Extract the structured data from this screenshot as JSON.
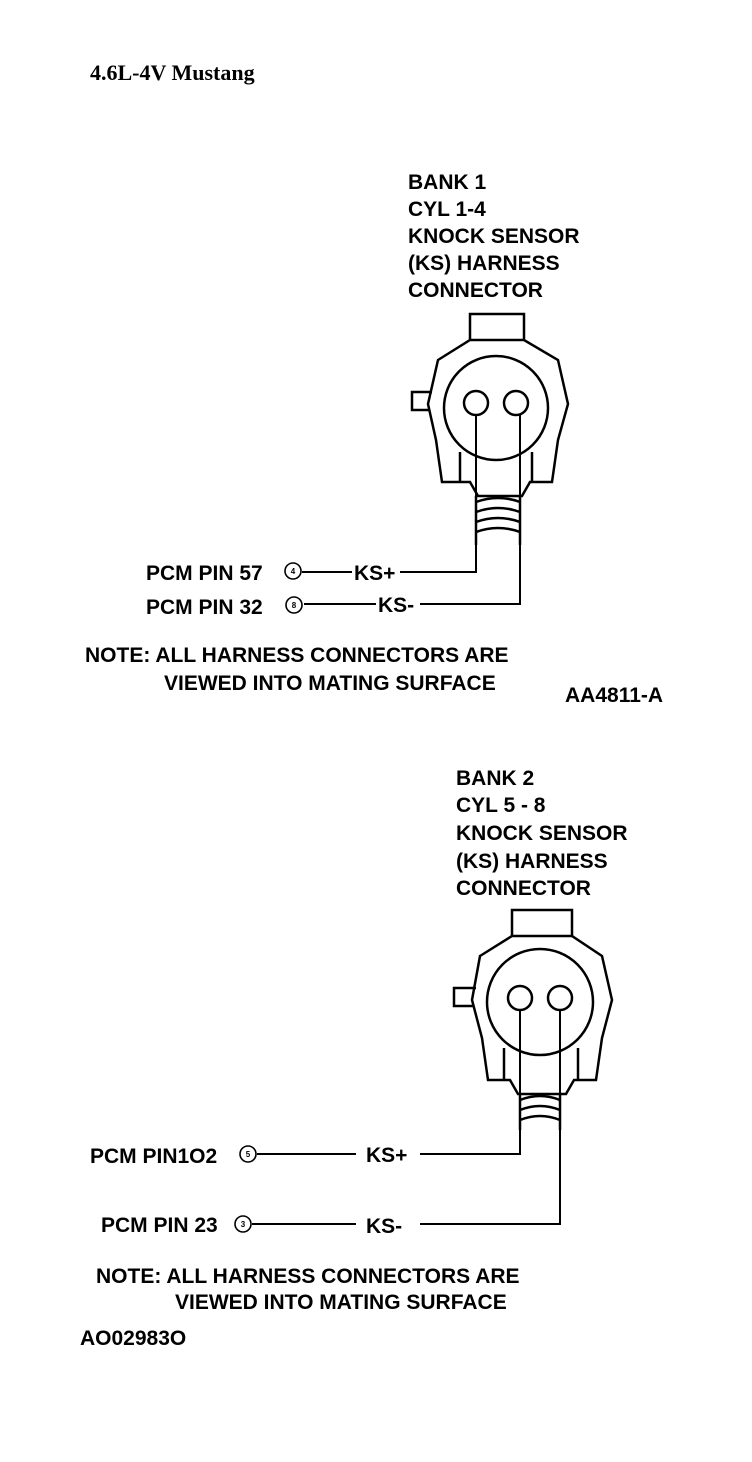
{
  "title": "4.6L-4V Mustang",
  "diagrams": [
    {
      "connector_label": [
        "BANK 1",
        "CYL 1-4",
        "KNOCK SENSOR",
        "(KS) HARNESS",
        "CONNECTOR"
      ],
      "pins": [
        {
          "pcm_label": "PCM PIN 57",
          "pin_mark": "4",
          "signal": "KS+"
        },
        {
          "pcm_label": "PCM PIN 32",
          "pin_mark": "8",
          "signal": "KS-"
        }
      ],
      "note": [
        "NOTE: ALL HARNESS CONNECTORS ARE",
        "VIEWED INTO MATING SURFACE"
      ],
      "ref": "AA4811-A"
    },
    {
      "connector_label": [
        "BANK 2",
        "CYL 5 - 8",
        "KNOCK SENSOR",
        "(KS) HARNESS",
        "CONNECTOR"
      ],
      "pins": [
        {
          "pcm_label": "PCM PIN1O2",
          "pin_mark": "5",
          "signal": "KS+"
        },
        {
          "pcm_label": "PCM PIN 23",
          "pin_mark": "3",
          "signal": "KS-"
        }
      ],
      "note": [
        "NOTE: ALL HARNESS CONNECTORS ARE",
        "VIEWED INTO MATING SURFACE"
      ],
      "ref": "AO02983O"
    }
  ]
}
